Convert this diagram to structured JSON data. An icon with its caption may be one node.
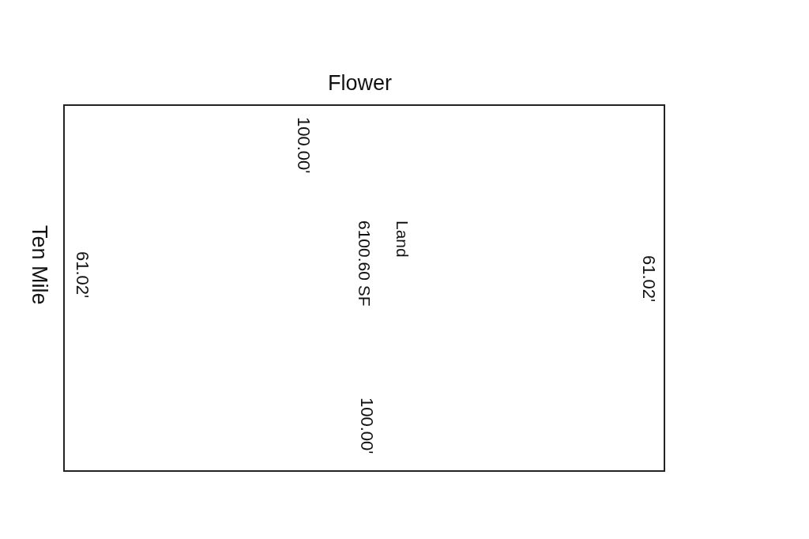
{
  "diagram": {
    "nodes": [
      {
        "text": [
          "Land",
          "6100.60 SF"
        ]
      }
    ],
    "labels": [
      "Flower",
      "100.00'",
      "Ten Mile",
      "61.02'",
      "61.02'",
      "100.00'"
    ]
  }
}
